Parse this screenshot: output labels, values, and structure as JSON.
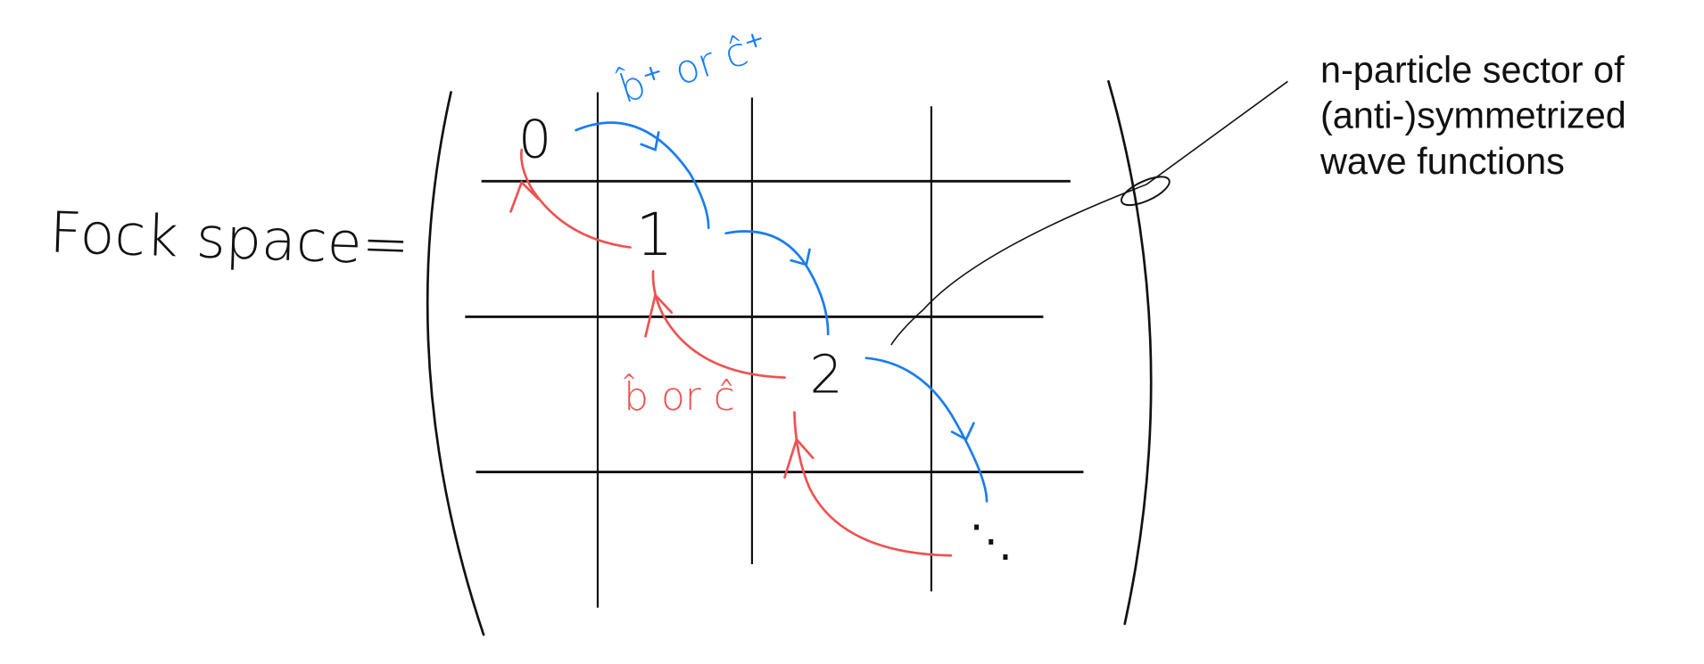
{
  "diagram": {
    "title_label": "Fock space=",
    "sectors": [
      "0",
      "1",
      "2",
      "⋱"
    ],
    "creation_label": "b̂⁺ or ĉ⁺",
    "annihilation_label": "b̂ or ĉ",
    "annotation": {
      "lines": [
        "n-particle sector of",
        "(anti-)symmetrized",
        "wave functions"
      ]
    },
    "colors": {
      "ink": "#111111",
      "creation_arrows": "#1a7cf0",
      "annihilation_arrows": "#ee5252"
    }
  }
}
